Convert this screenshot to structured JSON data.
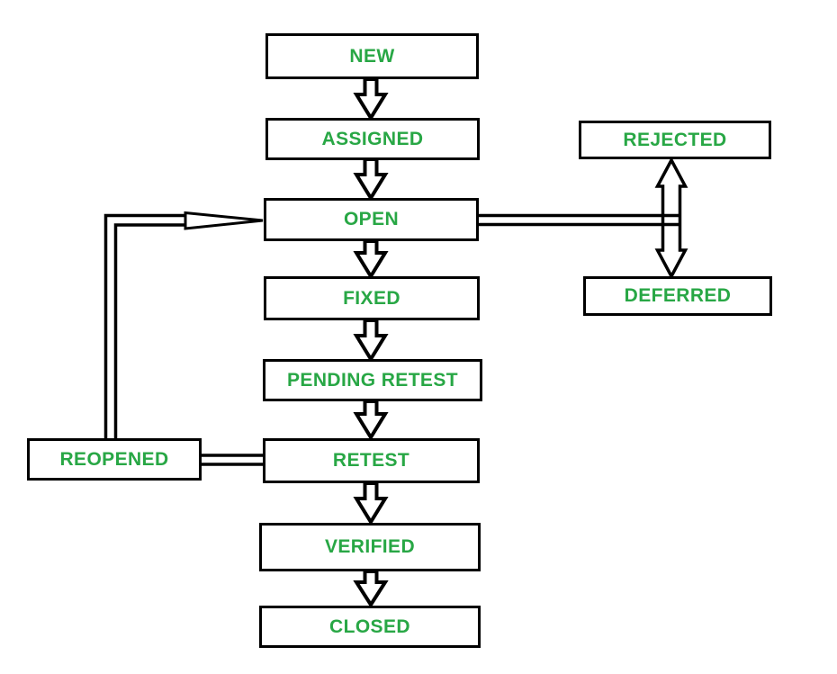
{
  "diagram": {
    "type": "flowchart",
    "background_color": "#ffffff",
    "box_border_color": "#000000",
    "label_color": "#28a745",
    "nodes": [
      {
        "id": "new",
        "label": "NEW"
      },
      {
        "id": "assigned",
        "label": "ASSIGNED"
      },
      {
        "id": "open",
        "label": "OPEN"
      },
      {
        "id": "fixed",
        "label": "FIXED"
      },
      {
        "id": "pending-retest",
        "label": "PENDING RETEST"
      },
      {
        "id": "retest",
        "label": "RETEST"
      },
      {
        "id": "verified",
        "label": "VERIFIED"
      },
      {
        "id": "closed",
        "label": "CLOSED"
      },
      {
        "id": "rejected",
        "label": "REJECTED"
      },
      {
        "id": "deferred",
        "label": "DEFERRED"
      },
      {
        "id": "reopened",
        "label": "REOPENED"
      }
    ],
    "edges": [
      {
        "from": "NEW",
        "to": "ASSIGNED",
        "style": "hollow-block-arrow-down"
      },
      {
        "from": "ASSIGNED",
        "to": "OPEN",
        "style": "hollow-block-arrow-down"
      },
      {
        "from": "OPEN",
        "to": "FIXED",
        "style": "hollow-block-arrow-down"
      },
      {
        "from": "FIXED",
        "to": "PENDING RETEST",
        "style": "hollow-block-arrow-down"
      },
      {
        "from": "PENDING RETEST",
        "to": "RETEST",
        "style": "hollow-block-arrow-down"
      },
      {
        "from": "RETEST",
        "to": "VERIFIED",
        "style": "hollow-block-arrow-down"
      },
      {
        "from": "VERIFIED",
        "to": "CLOSED",
        "style": "hollow-block-arrow-down"
      },
      {
        "from": "OPEN",
        "to": "REJECTED + DEFERRED",
        "style": "double-line to vertical double-headed hollow arrow"
      },
      {
        "from": "REJECTED",
        "to": "DEFERRED",
        "style": "vertical double-headed hollow arrow"
      },
      {
        "from": "REOPENED",
        "to": "OPEN",
        "style": "double-line up-and-right with open triangle arrowhead"
      },
      {
        "from": "REOPENED",
        "to": "RETEST",
        "style": "double-line"
      }
    ]
  }
}
